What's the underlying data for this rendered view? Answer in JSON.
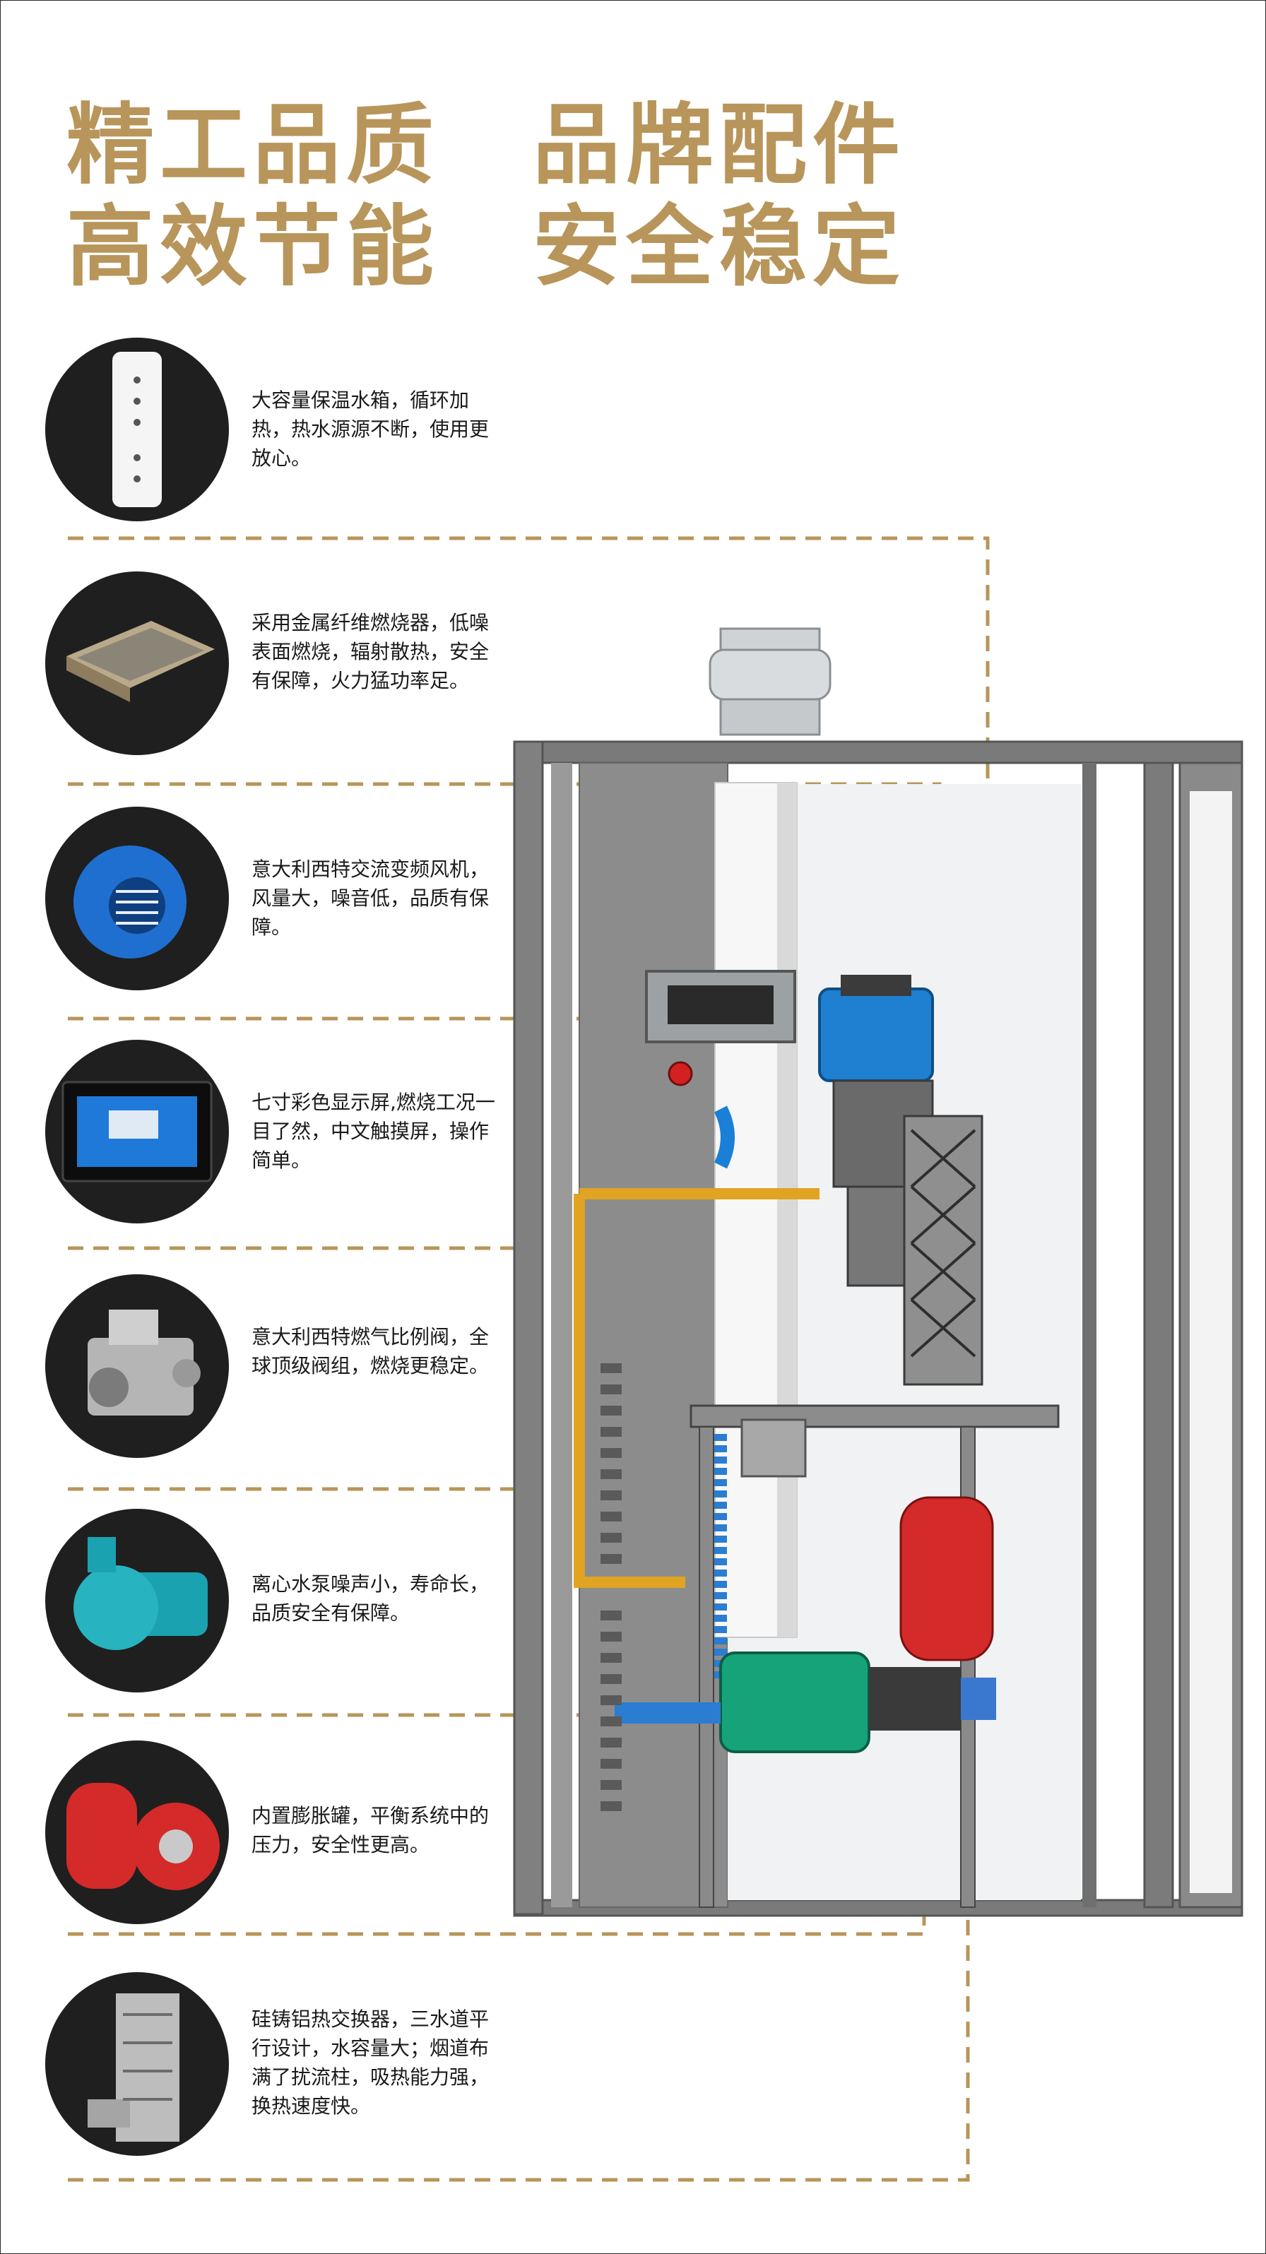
{
  "headline": {
    "line1": "精工品质　品牌配件",
    "line2": "高效节能　安全稳定"
  },
  "colors": {
    "gold": "#b8955a",
    "circle_bg": "#1f1f1f",
    "text": "#1a1a1a",
    "frame_gray": "#6e6e6e"
  },
  "features": [
    {
      "icon": "water-tank-icon",
      "text": "大容量保温水箱，循环加热，热水源源不断，使用更放心。"
    },
    {
      "icon": "burner-icon",
      "text": "采用金属纤维燃烧器，低噪表面燃烧，辐射散热，安全有保障，火力猛功率足。"
    },
    {
      "icon": "fan-icon",
      "text": "意大利西特交流变频风机，风量大，噪音低，品质有保障。"
    },
    {
      "icon": "display-screen-icon",
      "text": "七寸彩色显示屏,燃烧工况一目了然，中文触摸屏，操作简单。"
    },
    {
      "icon": "gas-valve-icon",
      "text": "意大利西特燃气比例阀，全球顶级阀组，燃烧更稳定。"
    },
    {
      "icon": "water-pump-icon",
      "text": "离心水泵噪声小，寿命长，品质安全有保障。"
    },
    {
      "icon": "expansion-tank-icon",
      "text": "内置膨胀罐，平衡系统中的压力，安全性更高。"
    },
    {
      "icon": "heat-exchanger-icon",
      "text": "硅铸铝热交换器，三水道平行设计，水容量大；烟道布满了扰流柱，吸热能力强，换热速度快。"
    }
  ]
}
